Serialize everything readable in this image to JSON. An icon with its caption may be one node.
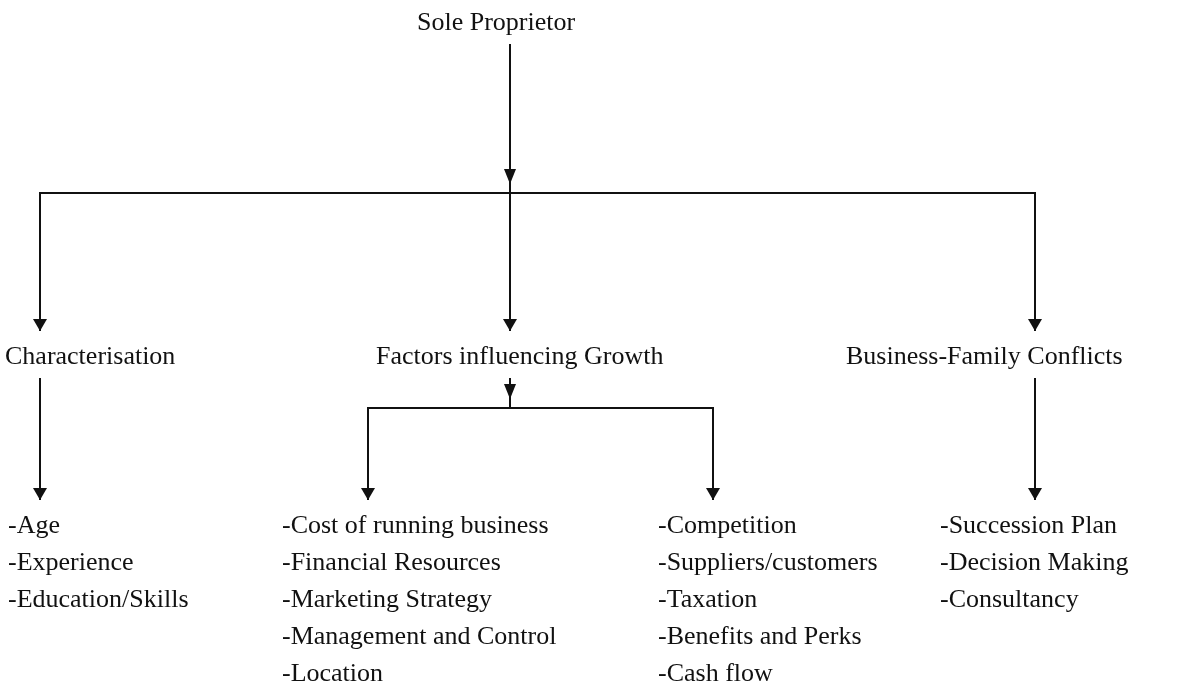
{
  "diagram": {
    "nodes": [
      {
        "text": [
          "Sole Proprietor"
        ]
      },
      {
        "text": [
          "Characterisation"
        ]
      },
      {
        "text": [
          "Factors influencing Growth"
        ]
      },
      {
        "text": [
          "Business-Family Conflicts"
        ]
      },
      {
        "text": [
          "-Age",
          "-Experience",
          "-Education/Skills"
        ]
      },
      {
        "text": [
          "-Cost of running business",
          "-Financial Resources",
          "-Marketing Strategy",
          "-Management and Control",
          "-Location"
        ]
      },
      {
        "text": [
          "-Competition",
          "-Suppliers/customers",
          "-Taxation",
          "-Benefits and Perks",
          "-Cash flow"
        ]
      },
      {
        "text": [
          "-Succession Plan",
          "-Decision Making",
          "-Consultancy"
        ]
      }
    ],
    "edges": [
      {
        "from": 0,
        "to": 1,
        "arrow": "to"
      },
      {
        "from": 0,
        "to": 2,
        "arrow": "to"
      },
      {
        "from": 0,
        "to": 3,
        "arrow": "to"
      },
      {
        "from": 1,
        "to": 4,
        "arrow": "to"
      },
      {
        "from": 2,
        "to": 5,
        "arrow": "to"
      },
      {
        "from": 2,
        "to": 6,
        "arrow": "to"
      },
      {
        "from": 3,
        "to": 7,
        "arrow": "to"
      }
    ]
  }
}
